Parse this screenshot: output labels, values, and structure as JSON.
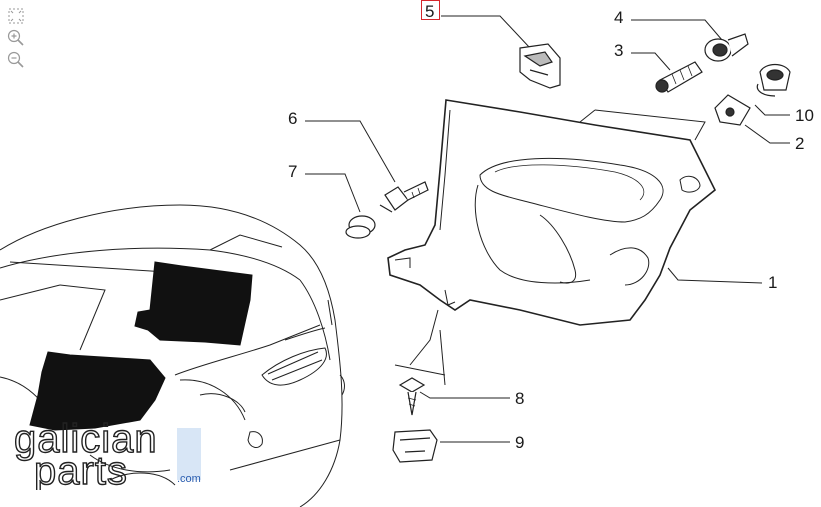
{
  "toolbar": {
    "tools": [
      {
        "name": "fit-icon"
      },
      {
        "name": "zoom-in-icon"
      },
      {
        "name": "zoom-out-icon"
      }
    ]
  },
  "callouts": [
    {
      "id": "c5",
      "label": "5"
    },
    {
      "id": "c4",
      "label": "4"
    },
    {
      "id": "c3",
      "label": "3"
    },
    {
      "id": "c10",
      "label": "10"
    },
    {
      "id": "c2",
      "label": "2"
    },
    {
      "id": "c6",
      "label": "6"
    },
    {
      "id": "c7",
      "label": "7"
    },
    {
      "id": "c1",
      "label": "1"
    },
    {
      "id": "c8",
      "label": "8"
    },
    {
      "id": "c9",
      "label": "9"
    }
  ],
  "logo": {
    "line1": "galician",
    "line2": "parts",
    "domain": ".com"
  },
  "colors": {
    "ink": "#1a1a1a",
    "highlight": "#d6262b",
    "logo_accent": "#2a5db0"
  }
}
